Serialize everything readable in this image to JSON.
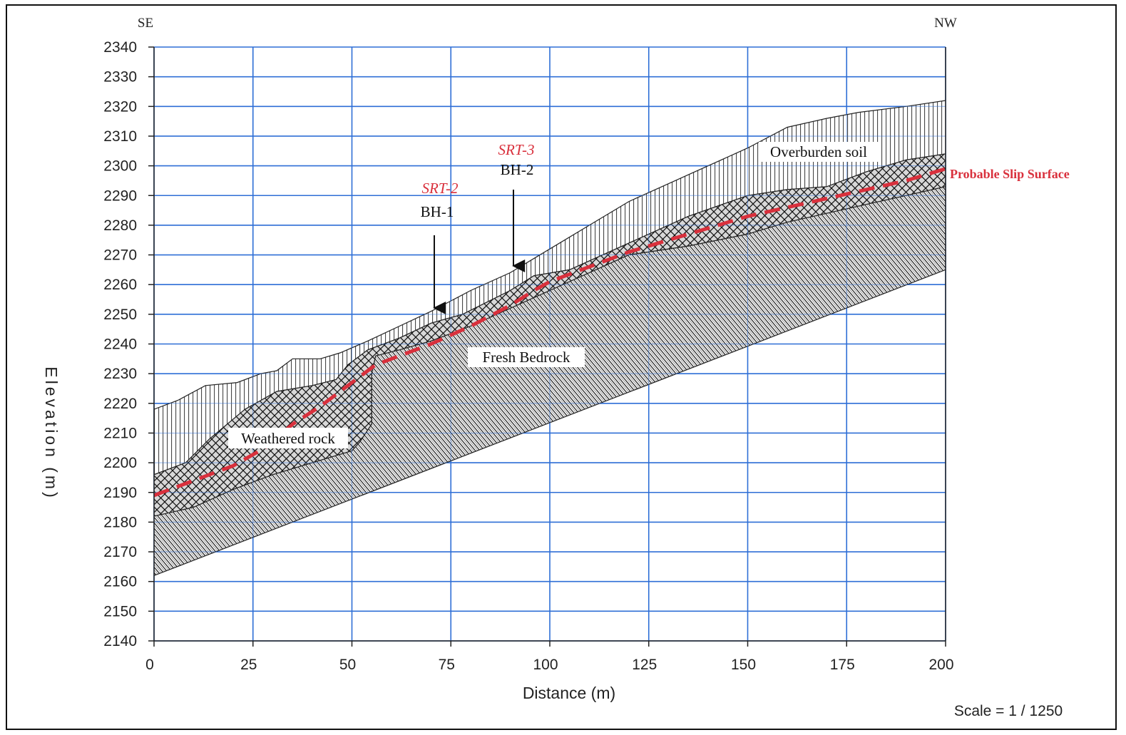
{
  "diagram": {
    "direction_left": "SE",
    "direction_right": "NW",
    "ylabel": "Elevation (m)",
    "xlabel": "Distance (m)",
    "scale_text": "Scale = 1 / 1250",
    "layers": {
      "overburden": "Overburden soil",
      "weathered": "Weathered rock",
      "bedrock": "Fresh Bedrock"
    },
    "slip_surface_label": "Probable Slip Surface",
    "boreholes": [
      {
        "srt": "SRT-2",
        "bh": "BH-1",
        "distance": 71,
        "ground_elev": 2252
      },
      {
        "srt": "SRT-3",
        "bh": "BH-2",
        "distance": 91,
        "ground_elev": 2264
      }
    ],
    "colors": {
      "grid": "#2f6fd6",
      "slip": "#d9303c",
      "hatch": "#111111"
    }
  },
  "chart_data": {
    "type": "area",
    "xlim": [
      0,
      200
    ],
    "ylim": [
      2140,
      2340
    ],
    "x_ticks": [
      0,
      25,
      50,
      75,
      100,
      125,
      150,
      175,
      200
    ],
    "y_ticks": [
      2140,
      2150,
      2160,
      2170,
      2180,
      2190,
      2200,
      2210,
      2220,
      2230,
      2240,
      2250,
      2260,
      2270,
      2280,
      2290,
      2300,
      2310,
      2320,
      2330,
      2340
    ],
    "grid": true,
    "ground_surface": [
      [
        0,
        2218
      ],
      [
        6,
        2221
      ],
      [
        13,
        2226
      ],
      [
        21,
        2227
      ],
      [
        27,
        2230
      ],
      [
        31,
        2231
      ],
      [
        35,
        2235
      ],
      [
        42,
        2235
      ],
      [
        47,
        2237
      ],
      [
        54,
        2241
      ],
      [
        62,
        2246
      ],
      [
        70,
        2251
      ],
      [
        80,
        2258
      ],
      [
        90,
        2264
      ],
      [
        100,
        2272
      ],
      [
        110,
        2280
      ],
      [
        120,
        2288
      ],
      [
        135,
        2297
      ],
      [
        150,
        2306
      ],
      [
        160,
        2313
      ],
      [
        170,
        2316
      ],
      [
        178,
        2318
      ],
      [
        190,
        2320
      ],
      [
        200,
        2322
      ]
    ],
    "weathered_top": [
      [
        0,
        2196
      ],
      [
        8,
        2200
      ],
      [
        14,
        2208
      ],
      [
        23,
        2218
      ],
      [
        31,
        2224
      ],
      [
        40,
        2226
      ],
      [
        46,
        2228
      ],
      [
        49,
        2233
      ],
      [
        54,
        2238
      ],
      [
        62,
        2242
      ],
      [
        70,
        2247
      ],
      [
        78,
        2250
      ],
      [
        90,
        2258
      ],
      [
        96,
        2263
      ],
      [
        105,
        2265
      ],
      [
        120,
        2274
      ],
      [
        135,
        2283
      ],
      [
        150,
        2290
      ],
      [
        160,
        2292
      ],
      [
        170,
        2293
      ],
      [
        180,
        2298
      ],
      [
        190,
        2302
      ],
      [
        200,
        2304
      ]
    ],
    "bedrock_top": [
      [
        0,
        2182
      ],
      [
        10,
        2185
      ],
      [
        20,
        2191
      ],
      [
        30,
        2196
      ],
      [
        40,
        2200
      ],
      [
        50,
        2204
      ],
      [
        52,
        2207
      ],
      [
        55,
        2213
      ],
      [
        55,
        2224
      ],
      [
        55,
        2230
      ],
      [
        56,
        2236
      ],
      [
        62,
        2238
      ],
      [
        70,
        2241
      ],
      [
        80,
        2246
      ],
      [
        90,
        2252
      ],
      [
        100,
        2258
      ],
      [
        110,
        2264
      ],
      [
        120,
        2270
      ],
      [
        135,
        2273
      ],
      [
        150,
        2277
      ],
      [
        160,
        2281
      ],
      [
        170,
        2284
      ],
      [
        180,
        2287
      ],
      [
        190,
        2290
      ],
      [
        200,
        2293
      ]
    ],
    "bedrock_bottom": [
      [
        0,
        2162
      ],
      [
        200,
        2265
      ]
    ],
    "slip_surface": [
      [
        0,
        2189
      ],
      [
        10,
        2194
      ],
      [
        20,
        2199
      ],
      [
        28,
        2205
      ],
      [
        35,
        2213
      ],
      [
        42,
        2219
      ],
      [
        48,
        2225
      ],
      [
        52,
        2229
      ],
      [
        56,
        2233
      ],
      [
        62,
        2236
      ],
      [
        70,
        2240
      ],
      [
        80,
        2246
      ],
      [
        90,
        2253
      ],
      [
        96,
        2258
      ],
      [
        100,
        2261
      ],
      [
        110,
        2266
      ],
      [
        120,
        2271
      ],
      [
        130,
        2275
      ],
      [
        140,
        2279
      ],
      [
        150,
        2283
      ],
      [
        160,
        2286
      ],
      [
        170,
        2289
      ],
      [
        180,
        2292
      ],
      [
        190,
        2295
      ],
      [
        200,
        2299
      ]
    ]
  }
}
